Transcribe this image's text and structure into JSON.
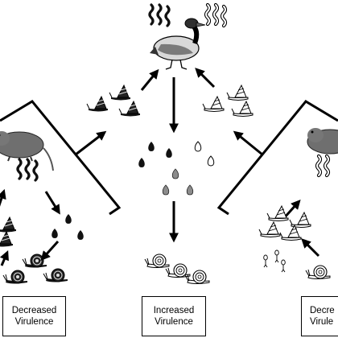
{
  "labels": {
    "left": {
      "line1": "Decreased",
      "line2": "Virulence"
    },
    "center": {
      "line1": "Increased",
      "line2": "Virulence"
    },
    "right": {
      "line1": "Decre",
      "line2": "Virule"
    }
  },
  "icons": [
    "duck-icon",
    "vole-icon",
    "snail-icon",
    "cercaria-icon",
    "egg-icon",
    "parasite-worm-icon",
    "arrow-icon"
  ],
  "colors": {
    "ink": "#000000",
    "fill_dark": "#2b2b2b",
    "fill_gray": "#8c8c8c",
    "paper": "#ffffff"
  }
}
